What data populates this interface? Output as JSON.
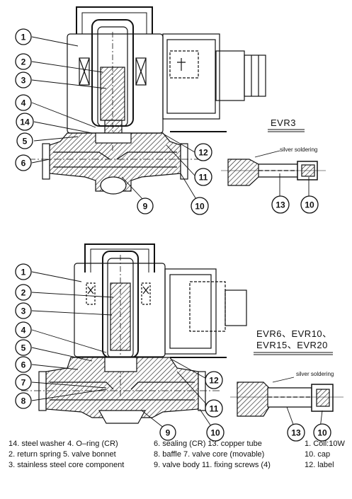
{
  "top_diagram": {
    "model": "EVR3",
    "solder_label": "silver soldering",
    "callouts": [
      "1",
      "2",
      "3",
      "4",
      "14",
      "5",
      "6",
      "12",
      "11",
      "9",
      "10",
      "13",
      "10"
    ]
  },
  "bottom_diagram": {
    "model_line1": "EVR6、EVR10、",
    "model_line2": "EVR15、EVR20",
    "solder_label": "silver soldering",
    "callouts": [
      "1",
      "2",
      "3",
      "4",
      "5",
      "6",
      "7",
      "8",
      "12",
      "11",
      "9",
      "10",
      "13",
      "10"
    ]
  },
  "legend": {
    "row1": {
      "a": "14.  steel washer 4.  O–ring (CR)",
      "b": "6.  sealing (CR) 13.  copper tube",
      "c": "1. Coil:10W"
    },
    "row2": {
      "a": "2.  return spring  5.  valve bonnet",
      "b": "8.  baffle 7.  valve core (movable)",
      "c": "10.  cap"
    },
    "row3": {
      "a": "3.  stainless steel core component",
      "b": "9.  valve body  11.  fixing screws (4)",
      "c": "12.  label"
    }
  }
}
